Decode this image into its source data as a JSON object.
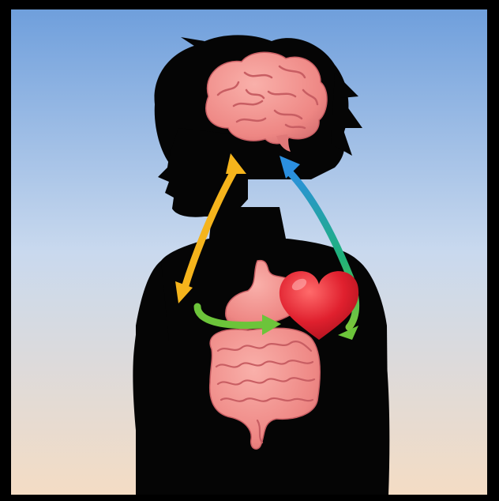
{
  "scene": {
    "subject": "child-silhouette",
    "organs": [
      "brain-icon",
      "stomach-icon",
      "heart-icon",
      "intestines-icon"
    ],
    "arrows": [
      {
        "name": "yellow-arrow",
        "connects": [
          "brain",
          "gut"
        ],
        "direction": "bidirectional"
      },
      {
        "name": "blue-green-arrow",
        "connects": [
          "gut",
          "brain"
        ],
        "direction": "bidirectional"
      },
      {
        "name": "green-arrow",
        "connects": [
          "stomach",
          "heart"
        ],
        "direction": "to-heart"
      }
    ]
  },
  "colors": {
    "sky_top": "#6f9fdc",
    "sky_mid": "#c9d9ee",
    "sky_bottom": "#f4dcc4",
    "silhouette": "#050505",
    "organ_pink": "#f08b8b",
    "organ_pink_dark": "#c85e63",
    "heart_red": "#e0202e",
    "arrow_yellow": "#f5b41c",
    "arrow_blue": "#2b8fe0",
    "arrow_green": "#6cc43a"
  }
}
